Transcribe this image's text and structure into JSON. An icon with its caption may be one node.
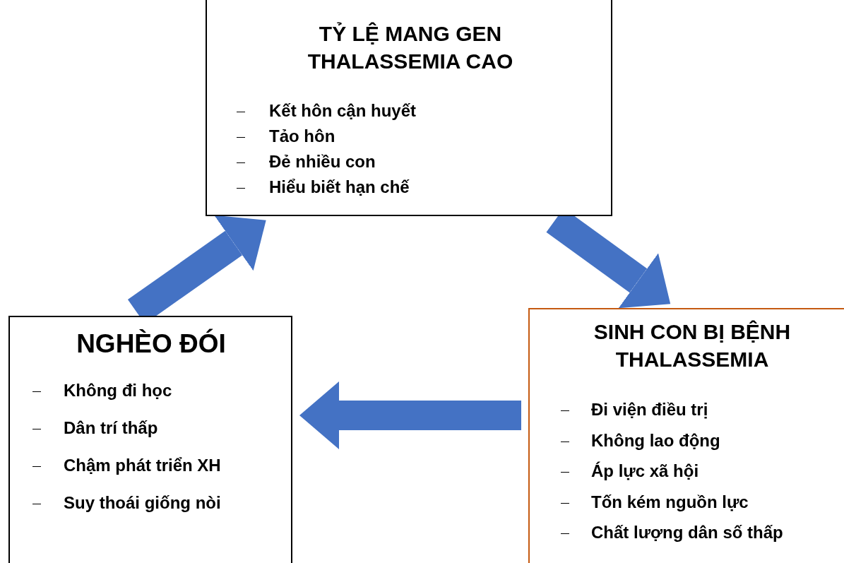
{
  "diagram": {
    "nodes": [
      {
        "text": [
          "TỶ LỆ MANG GEN THALASSEMIA CAO",
          "Kết hôn cận huyết",
          "Tảo hôn",
          "Đẻ nhiều con",
          "Hiểu biết hạn chế"
        ]
      },
      {
        "text": [
          "NGHÈO ĐÓI",
          "Không đi học",
          "Dân trí thấp",
          "Chậm phát triển XH",
          "Suy thoái giống nòi"
        ]
      },
      {
        "text": [
          "SINH CON BỊ BỆNH THALASSEMIA",
          "Đi viện điều trị",
          "Không lao động",
          "Áp lực xã hội",
          "Tốn kém nguồn lực",
          "Chất lượng dân số thấp"
        ]
      }
    ],
    "edges": [
      {
        "from": 1,
        "to": 0,
        "arrow": "to"
      },
      {
        "from": 0,
        "to": 2,
        "arrow": "to"
      },
      {
        "from": 2,
        "to": 1,
        "arrow": "to"
      }
    ]
  }
}
